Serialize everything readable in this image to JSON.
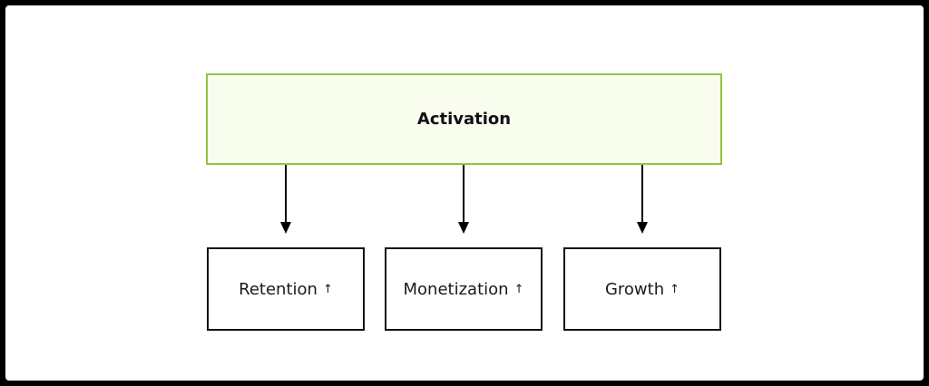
{
  "diagram": {
    "top_node": {
      "label": "Activation",
      "border_color": "#8dc63f",
      "fill_color": "#f8fdee"
    },
    "children": [
      {
        "label": "Retention",
        "trend_symbol": "↑"
      },
      {
        "label": "Monetization",
        "trend_symbol": "↑"
      },
      {
        "label": "Growth",
        "trend_symbol": "↑"
      }
    ],
    "edges": [
      {
        "from": "Activation",
        "to": "Retention"
      },
      {
        "from": "Activation",
        "to": "Monetization"
      },
      {
        "from": "Activation",
        "to": "Growth"
      }
    ]
  }
}
